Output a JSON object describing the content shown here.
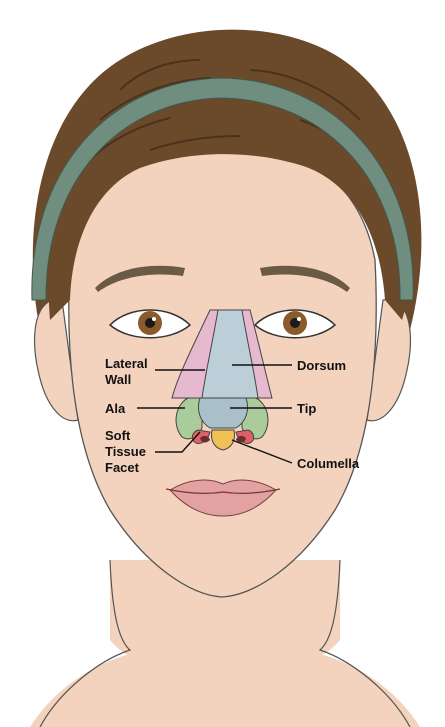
{
  "labels": {
    "lateral_wall_1": "Lateral",
    "lateral_wall_2": "Wall",
    "dorsum": "Dorsum",
    "ala": "Ala",
    "tip": "Tip",
    "soft_tissue_facet_1": "Soft",
    "soft_tissue_facet_2": "Tissue",
    "soft_tissue_facet_3": "Facet",
    "columella": "Columella"
  },
  "colors": {
    "skin": "#f3d3bd",
    "skin_shadow": "#e8bfa3",
    "hair": "#6b4a2b",
    "hair_dark": "#4a321d",
    "headband": "#6f8e80",
    "lateral_wall": "#e7b9cf",
    "dorsum": "#bccfd9",
    "tip": "#a9bfc9",
    "ala": "#a9cc9a",
    "soft_tissue_facet": "#e0606a",
    "columella": "#f0c255",
    "lips": "#e3a2a2",
    "iris": "#8a5a2b"
  }
}
